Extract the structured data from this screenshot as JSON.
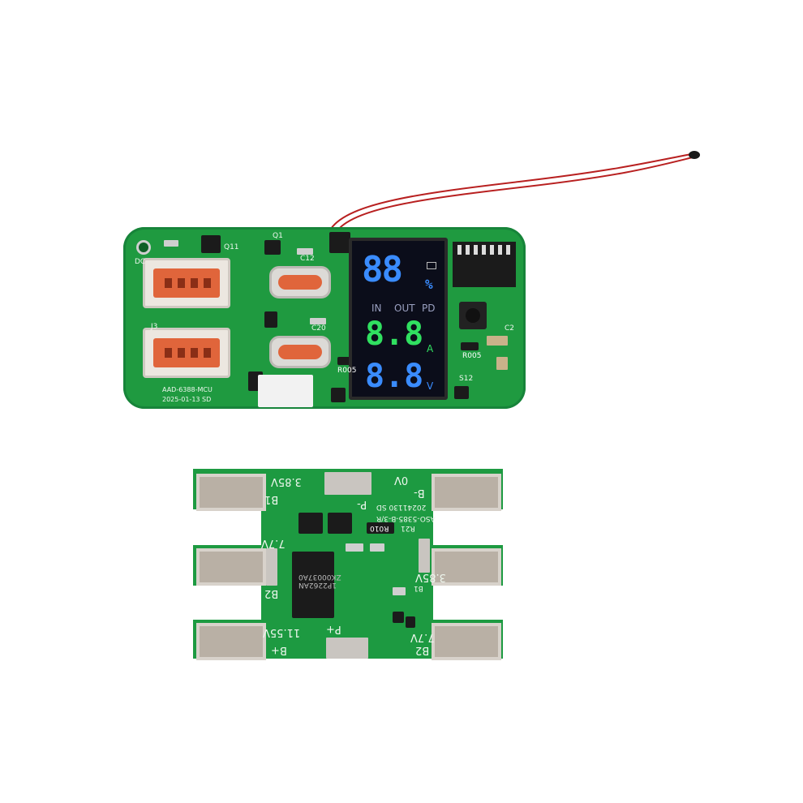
{
  "top_board": {
    "label_part": "AAD-6388-MCU",
    "label_date": "2025-01-13 SD",
    "lcd": {
      "percent_value": "88",
      "percent_unit": "%",
      "mode_in": "IN",
      "mode_out": "OUT",
      "mode_pd": "PD",
      "current_value": "8.8",
      "current_unit": "A",
      "voltage_value": "8.8",
      "voltage_unit": "V",
      "colors": {
        "percent": "#3a8cff",
        "current": "#30e060",
        "voltage": "#3a8cff"
      }
    },
    "silkscreen": {
      "q11": "Q11",
      "q1": "Q1",
      "c12": "C12",
      "c20": "C20",
      "r005a": "R005",
      "r005b": "R005",
      "c2": "C2",
      "s12": "S12",
      "dc": "DC",
      "j3": "J3"
    }
  },
  "bottom_board": {
    "v385_top": "3.85V",
    "b1": "B1",
    "v0": "0V",
    "bminus": "B-",
    "part": "ASO-5385-B-3/R",
    "date": "20241130 SD",
    "pminus": "P-",
    "r21": "R21",
    "r010": "R010",
    "v77_left": "7.7V",
    "b2_left": "B2",
    "v385_right": "3.85V",
    "b1_right": "B1",
    "ic_line1": "1P2262AN",
    "ic_line2": "ZK00037A0",
    "v1155": "11.55V",
    "bplus": "B+",
    "pplus": "P+",
    "v77_right": "7.7V",
    "b2_right": "B2"
  }
}
